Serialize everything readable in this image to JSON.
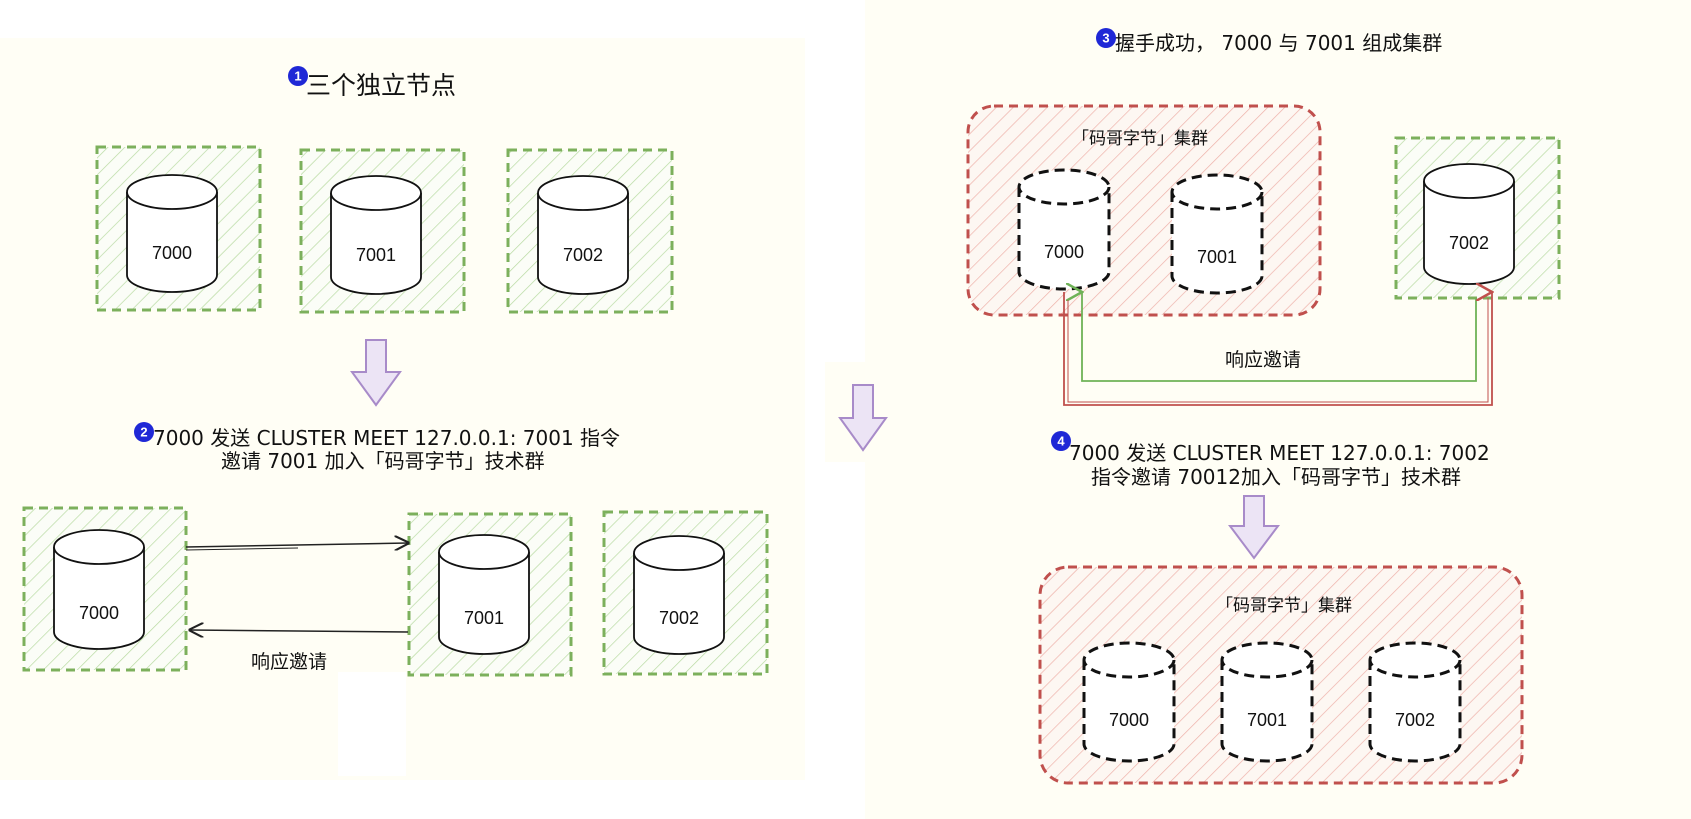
{
  "steps": [
    {
      "number": "1",
      "title": "三个独立节点"
    },
    {
      "number": "2",
      "line1": "7000 发送 CLUSTER MEET 127.0.0.1: 7001 指令",
      "line2": "邀请 7001 加入「码哥字节」技术群"
    },
    {
      "number": "3",
      "title": "握手成功， 7000 与 7001 组成集群"
    },
    {
      "number": "4",
      "line1": "7000 发送 CLUSTER MEET 127.0.0.1: 7002",
      "line2": "指令邀请 70012加入「码哥字节」技术群"
    }
  ],
  "nodes": {
    "n7000": "7000",
    "n7001": "7001",
    "n7002": "7002"
  },
  "labels": {
    "respond_invite": "响应邀请",
    "cluster_name": "「码哥字节」集群"
  },
  "colors": {
    "green_box": "#7cb05c",
    "red_box": "#c0504d",
    "step_badge": "#1f28d6",
    "arrow_purple": "#a88bc9",
    "panel_bg": "#fffef5"
  }
}
